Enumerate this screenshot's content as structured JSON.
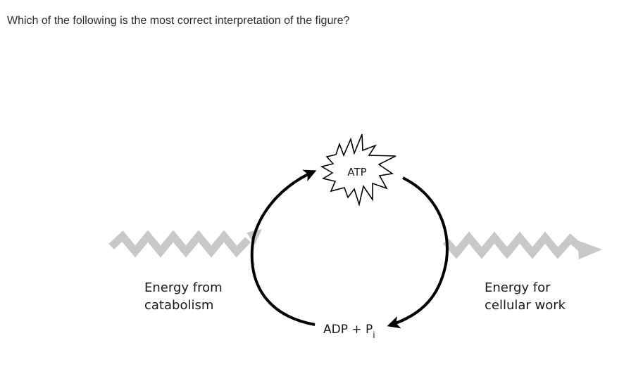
{
  "question": {
    "text": "Which of the following is the most correct interpretation of the figure?"
  },
  "diagram": {
    "atp_label": "ATP",
    "adp_label": "ADP + P",
    "adp_subscript": "i",
    "left_label_line1": "Energy from",
    "left_label_line2": "catabolism",
    "right_label_line1": "Energy for",
    "right_label_line2": "cellular work",
    "arrow_color": "#000000",
    "energy_wave_color": "#c8c8c8"
  }
}
